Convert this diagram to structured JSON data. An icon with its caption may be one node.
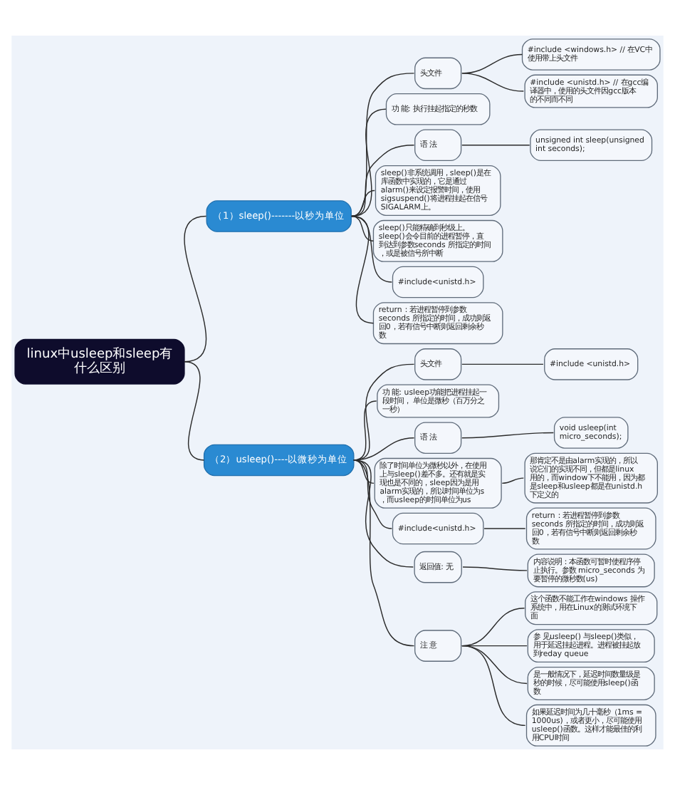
{
  "diagram": {
    "nodes": [
      {
        "text": [
          "linux中usleep和sleep有什么区别"
        ]
      },
      {
        "text": [
          "（1）sleep()-------以秒为单位"
        ]
      },
      {
        "text": [
          "头文件"
        ]
      },
      {
        "text": [
          "#include <windows.h> // 在VC中使用带上头文件"
        ]
      },
      {
        "text": [
          "#include <unistd.h> // 在gcc编译器中，使用的头文件因gcc版本的不同而不同"
        ]
      },
      {
        "text": [
          "功 能: 执行挂起指定的秒数"
        ]
      },
      {
        "text": [
          "语 法"
        ]
      },
      {
        "text": [
          "unsigned int sleep(unsigned int seconds);"
        ]
      },
      {
        "text": [
          "sleep()非系统调用，sleep()是在库函数中实现的，它是通过alarm()来设定报警时间，使用sigsuspend()将进程挂起在信号SIGALARM上。"
        ]
      },
      {
        "text": [
          "sleep()只能精确到秒级上。sleep()会令目前的进程暂停，直到达到参数seconds 所指定的时间，或是被信号所中断"
        ]
      },
      {
        "text": [
          "#include<unistd.h>"
        ]
      },
      {
        "text": [
          "return：若进程暂停到参数seconds 所指定的时间，成功则返回0，若有信号中断则返回剩余秒数"
        ]
      },
      {
        "text": [
          "（2）usleep()----以微秒为单位"
        ]
      },
      {
        "text": [
          "头文件"
        ]
      },
      {
        "text": [
          "#include <unistd.h>"
        ]
      },
      {
        "text": [
          "功 能: usleep功能把进程挂起一段时间， 单位是微秒（百万分之一秒）"
        ]
      },
      {
        "text": [
          "语 法"
        ]
      },
      {
        "text": [
          "void usleep(int micro_seconds);"
        ]
      },
      {
        "text": [
          "除了时间单位为微秒以外，在使用上与sleep()差不多。还有就是实现也是不同的，sleep因为是用alarm实现的，所以时间单位为s ，而usleep的时间单位为us"
        ]
      },
      {
        "text": [
          "那肯定不是由alarm实现的，所以说它们的实现不同，但都是linux用的，而window下不能用，因为都是sleep和usleep都是在unistd.h下定义的"
        ]
      },
      {
        "text": [
          "#include<unistd.h>"
        ]
      },
      {
        "text": [
          "return：若进程暂停到参数seconds 所指定的时间，成功则返回0，若有信号中断则返回剩余秒数"
        ]
      },
      {
        "text": [
          "返回值: 无"
        ]
      },
      {
        "text": [
          "内容说明：本函数可暂时使程序停止执行。参数 micro_seconds 为要暂停的微秒数(us)"
        ]
      },
      {
        "text": [
          "注 意"
        ]
      },
      {
        "text": [
          "这个函数不能工作在windows 操作系统中，用在Linux的测试环境下面"
        ]
      },
      {
        "text": [
          "参 见usleep() 与sleep()类似，用于延迟挂起进程。进程被挂起放到reday queue"
        ]
      },
      {
        "text": [
          "是一般情况下，延迟时间数量级是秒的时候，尽可能使用sleep()函数"
        ]
      },
      {
        "text": [
          "如果延迟时间为几十毫秒（1ms = 1000us)，或者更小，尽可能使用usleep()函数。这样才能最佳的利用CPU时间"
        ]
      }
    ],
    "edges": [
      {
        "from": 0,
        "to": 1,
        "arrow": "none"
      },
      {
        "from": 1,
        "to": 2,
        "arrow": "none"
      },
      {
        "from": 2,
        "to": 3,
        "arrow": "none"
      },
      {
        "from": 2,
        "to": 4,
        "arrow": "none"
      },
      {
        "from": 1,
        "to": 5,
        "arrow": "none"
      },
      {
        "from": 1,
        "to": 6,
        "arrow": "none"
      },
      {
        "from": 6,
        "to": 7,
        "arrow": "none"
      },
      {
        "from": 1,
        "to": 8,
        "arrow": "none"
      },
      {
        "from": 1,
        "to": 9,
        "arrow": "none"
      },
      {
        "from": 1,
        "to": 10,
        "arrow": "none"
      },
      {
        "from": 1,
        "to": 11,
        "arrow": "none"
      },
      {
        "from": 0,
        "to": 12,
        "arrow": "none"
      },
      {
        "from": 12,
        "to": 13,
        "arrow": "none"
      },
      {
        "from": 13,
        "to": 14,
        "arrow": "none"
      },
      {
        "from": 12,
        "to": 15,
        "arrow": "none"
      },
      {
        "from": 12,
        "to": 16,
        "arrow": "none"
      },
      {
        "from": 16,
        "to": 17,
        "arrow": "none"
      },
      {
        "from": 12,
        "to": 18,
        "arrow": "none"
      },
      {
        "from": 18,
        "to": 19,
        "arrow": "none"
      },
      {
        "from": 12,
        "to": 20,
        "arrow": "none"
      },
      {
        "from": 20,
        "to": 21,
        "arrow": "none"
      },
      {
        "from": 12,
        "to": 22,
        "arrow": "none"
      },
      {
        "from": 22,
        "to": 23,
        "arrow": "none"
      },
      {
        "from": 12,
        "to": 24,
        "arrow": "none"
      },
      {
        "from": 24,
        "to": 25,
        "arrow": "none"
      },
      {
        "from": 24,
        "to": 26,
        "arrow": "none"
      },
      {
        "from": 24,
        "to": 27,
        "arrow": "none"
      },
      {
        "from": 24,
        "to": 28,
        "arrow": "none"
      }
    ]
  }
}
